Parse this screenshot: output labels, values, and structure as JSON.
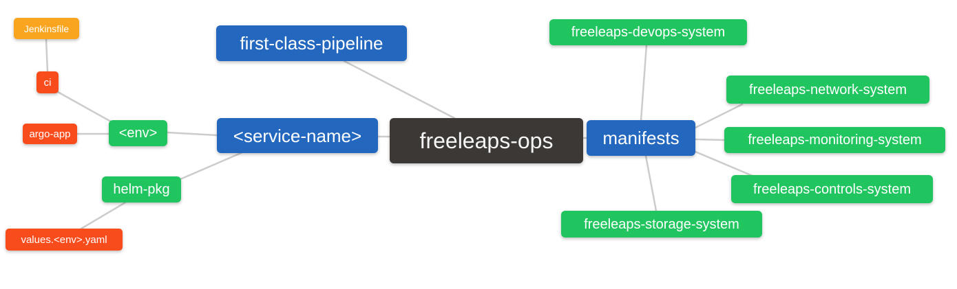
{
  "diagram": {
    "type": "mind-map",
    "root": "freeleaps-ops",
    "colors": {
      "root_bg": "#3B3836",
      "primary_bg": "#2367BE",
      "green_bg": "#21C55F",
      "red_bg": "#F94C1D",
      "orange_bg": "#F9A51F",
      "edge": "#CCCCCC",
      "text": "#FFFFFF"
    },
    "nodes": {
      "root": {
        "label": "freeleaps-ops"
      },
      "first_class_pipeline": {
        "label": "first-class-pipeline"
      },
      "service_name": {
        "label": "<service-name>"
      },
      "env": {
        "label": "<env>"
      },
      "ci": {
        "label": "ci"
      },
      "jenkinsfile": {
        "label": "Jenkinsfile"
      },
      "argo_app": {
        "label": "argo-app"
      },
      "helm_pkg": {
        "label": "helm-pkg"
      },
      "values_yaml": {
        "label": "values.<env>.yaml"
      },
      "manifests": {
        "label": "manifests"
      },
      "devops_system": {
        "label": "freeleaps-devops-system"
      },
      "network_system": {
        "label": "freeleaps-network-system"
      },
      "monitoring_system": {
        "label": "freeleaps-monitoring-system"
      },
      "controls_system": {
        "label": "freeleaps-controls-system"
      },
      "storage_system": {
        "label": "freeleaps-storage-system"
      }
    }
  }
}
